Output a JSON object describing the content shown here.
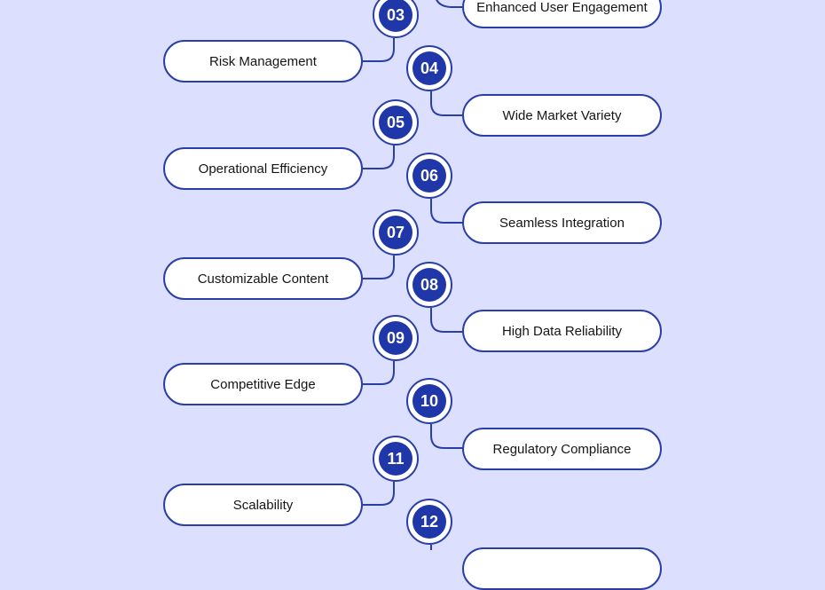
{
  "colors": {
    "background": "#dcdffd",
    "accent": "#1f37a8",
    "stroke": "#2a3ea8",
    "pill_fill": "#ffffff"
  },
  "steps": [
    {
      "number": "03",
      "label": "Risk Management",
      "side": "left"
    },
    {
      "number": "04",
      "label": "Wide Market Variety",
      "side": "right"
    },
    {
      "number": "05",
      "label": "Operational Efficiency",
      "side": "left"
    },
    {
      "number": "06",
      "label": "Seamless Integration",
      "side": "right"
    },
    {
      "number": "07",
      "label": "Customizable Content",
      "side": "left"
    },
    {
      "number": "08",
      "label": "High Data Reliability",
      "side": "right"
    },
    {
      "number": "09",
      "label": "Competitive Edge",
      "side": "left"
    },
    {
      "number": "10",
      "label": "Regulatory Compliance",
      "side": "right"
    },
    {
      "number": "11",
      "label": "Scalability",
      "side": "left"
    },
    {
      "number": "12",
      "label": "",
      "side": "right"
    }
  ],
  "partial_top_label": "Enhanced User Engagement"
}
